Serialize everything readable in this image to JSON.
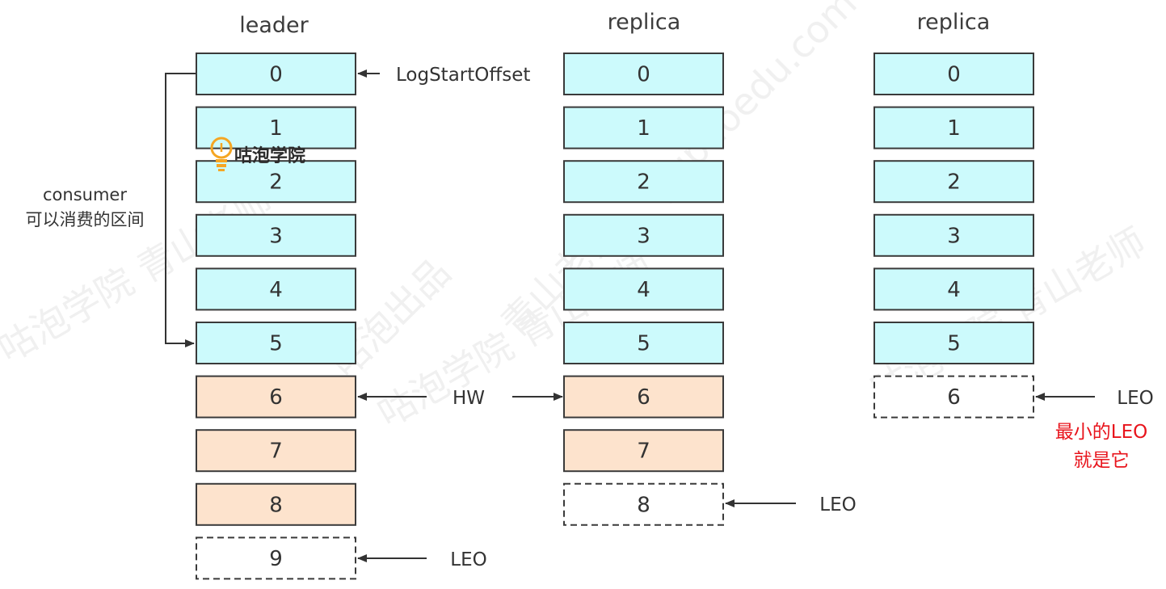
{
  "columns": [
    {
      "title": "leader",
      "cells": [
        {
          "label": "0",
          "state": "committed"
        },
        {
          "label": "1",
          "state": "committed"
        },
        {
          "label": "2",
          "state": "committed"
        },
        {
          "label": "3",
          "state": "committed"
        },
        {
          "label": "4",
          "state": "committed"
        },
        {
          "label": "5",
          "state": "committed"
        },
        {
          "label": "6",
          "state": "uncommitted"
        },
        {
          "label": "7",
          "state": "uncommitted"
        },
        {
          "label": "8",
          "state": "uncommitted"
        },
        {
          "label": "9",
          "state": "pending"
        }
      ]
    },
    {
      "title": "replica",
      "cells": [
        {
          "label": "0",
          "state": "committed"
        },
        {
          "label": "1",
          "state": "committed"
        },
        {
          "label": "2",
          "state": "committed"
        },
        {
          "label": "3",
          "state": "committed"
        },
        {
          "label": "4",
          "state": "committed"
        },
        {
          "label": "5",
          "state": "committed"
        },
        {
          "label": "6",
          "state": "uncommitted"
        },
        {
          "label": "7",
          "state": "uncommitted"
        },
        {
          "label": "8",
          "state": "pending"
        }
      ]
    },
    {
      "title": "replica",
      "cells": [
        {
          "label": "0",
          "state": "committed"
        },
        {
          "label": "1",
          "state": "committed"
        },
        {
          "label": "2",
          "state": "committed"
        },
        {
          "label": "3",
          "state": "committed"
        },
        {
          "label": "4",
          "state": "committed"
        },
        {
          "label": "5",
          "state": "committed"
        },
        {
          "label": "6",
          "state": "pending"
        }
      ]
    }
  ],
  "labels": {
    "log_start_offset": "LogStartOffset",
    "hw": "HW",
    "leader_leo": "LEO",
    "replica1_leo": "LEO",
    "replica2_leo": "LEO"
  },
  "consumer_range": {
    "line1": "consumer",
    "line2": "可以消费的区间"
  },
  "note": {
    "line1": "最小的LEO",
    "line2": "就是它"
  },
  "brand_logo_text": "咕泡学院",
  "watermarks": [
    "咕泡出品",
    "青山老师",
    "咕泡学院 青山老师",
    "gupaoedu.com",
    "咕泡学院 青山老师",
    "咕泡学院 青山老师"
  ],
  "colors": {
    "committed_fill": "#ccfafc",
    "uncommitted_fill": "#fde3cd",
    "pending_fill": "#ffffff",
    "border": "#3a3a3a",
    "arrow": "#333333",
    "note": "#e8141c",
    "logo_bulb": "#f5a623"
  }
}
